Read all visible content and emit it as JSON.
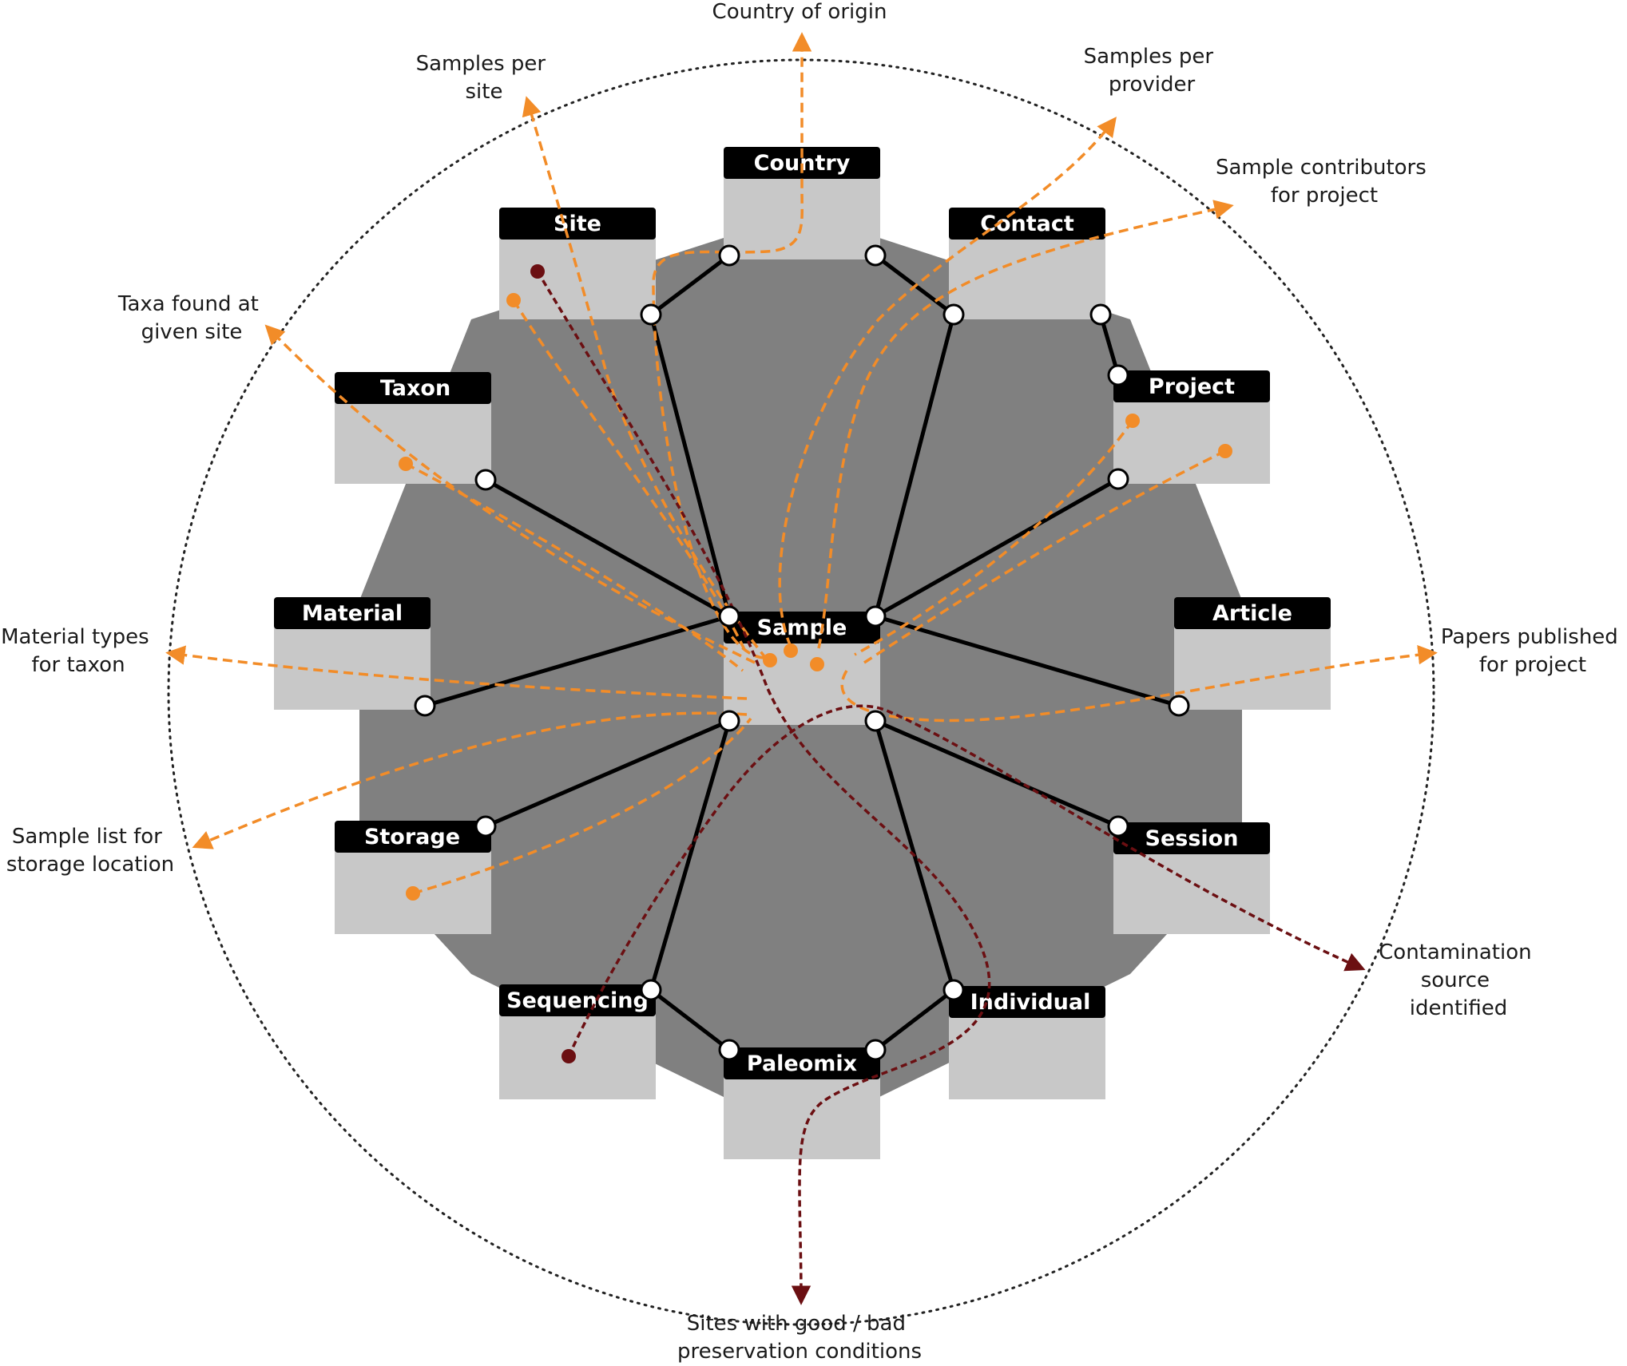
{
  "colors": {
    "background": "#ffffff",
    "octagon": "#808080",
    "table_body": "#c8c8c8",
    "table_header": "#000000",
    "table_header_text": "#ffffff",
    "relation_line": "#000000",
    "connector_fill": "#ffffff",
    "query_orange": "#f28c28",
    "query_darkred": "#6b0f12",
    "outer_circle": "#222222"
  },
  "tables": {
    "country": "Country",
    "site": "Site",
    "contact": "Contact",
    "taxon": "Taxon",
    "project": "Project",
    "material": "Material",
    "sample": "Sample",
    "article": "Article",
    "storage": "Storage",
    "session": "Session",
    "sequencing": "Sequencing",
    "individual": "Individual",
    "paleomix": "Paleomix"
  },
  "queries": {
    "country_of_origin": [
      "Country of origin"
    ],
    "samples_per_site": [
      "Samples per",
      "site"
    ],
    "samples_per_provider": [
      "Samples per",
      "provider"
    ],
    "sample_contributors": [
      "Sample contributors",
      "for project"
    ],
    "taxa_found": [
      "Taxa found at",
      "given site"
    ],
    "material_types": [
      "Material types",
      "for taxon"
    ],
    "papers_published": [
      "Papers published",
      "for project"
    ],
    "sample_list": [
      "Sample list for",
      "storage location"
    ],
    "contamination": [
      "Contamination",
      "source",
      "identified"
    ],
    "preservation": [
      "Sites with good / bad",
      "preservation conditions"
    ]
  }
}
